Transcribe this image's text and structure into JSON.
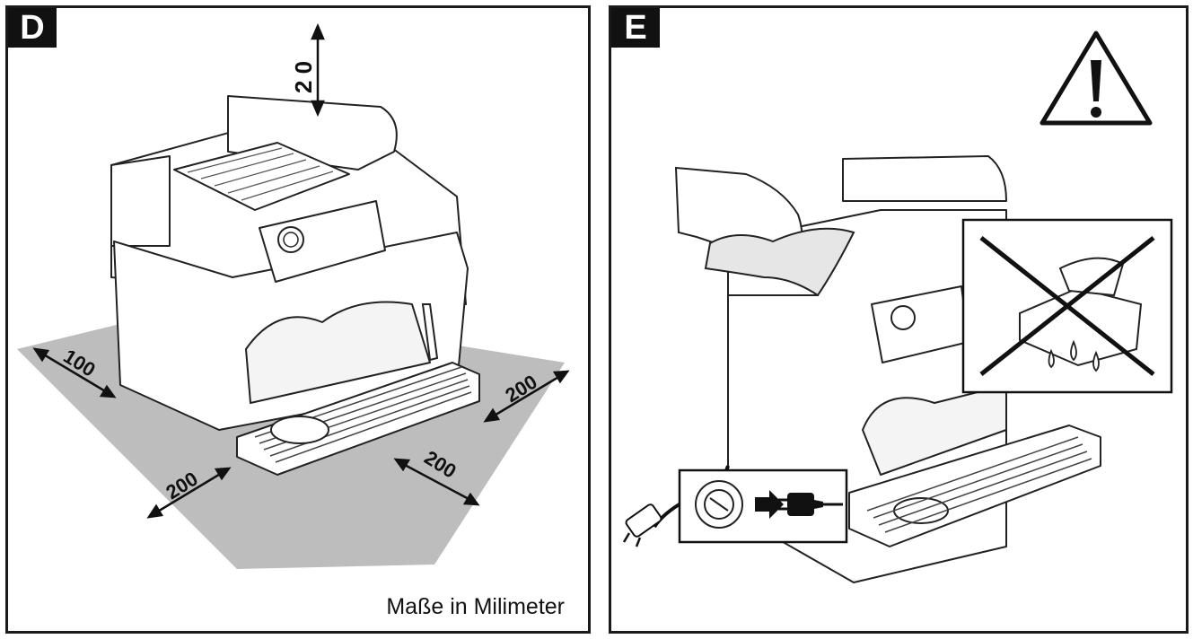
{
  "panel_d": {
    "label": "D",
    "dimension_top": "2 0",
    "dimension_left": "100",
    "dimension_right": "200",
    "dimension_front_left": "200",
    "dimension_front_right": "200",
    "caption": "Maße in Milimeter"
  },
  "panel_e": {
    "label": "E"
  }
}
